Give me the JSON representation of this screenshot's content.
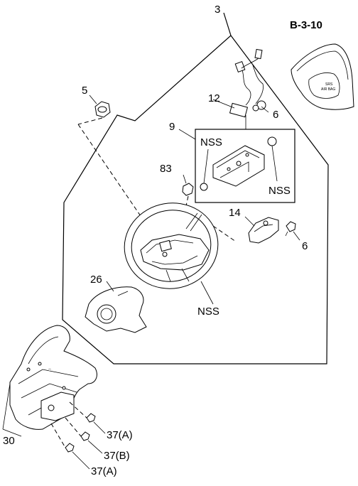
{
  "diagram": {
    "reference": "B-3-10",
    "labels": {
      "p3": "3",
      "p5": "5",
      "p12": "12",
      "p6a": "6",
      "p9": "9",
      "nss_a": "NSS",
      "nss_b": "NSS",
      "p83": "83",
      "p14": "14",
      "p6b": "6",
      "p26": "26",
      "nss_c": "NSS",
      "p30": "30",
      "p37a_top": "37(A)",
      "p37b": "37(B)",
      "p37a_bottom": "37(A)"
    },
    "airbag_cover_text": {
      "line1": "SRS",
      "line2": "AIR BAG"
    }
  }
}
